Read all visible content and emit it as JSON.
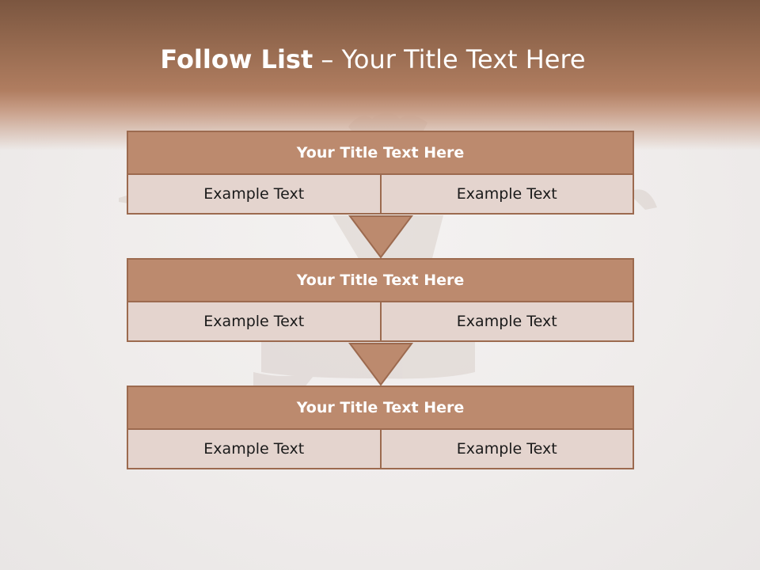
{
  "title": {
    "lead": "Follow List",
    "rest": " – Your Title Text Here"
  },
  "blocks": [
    {
      "title": "Your Title Text Here",
      "cells": [
        "Example Text",
        "Example Text"
      ]
    },
    {
      "title": "Your Title Text Here",
      "cells": [
        "Example Text",
        "Example Text"
      ]
    },
    {
      "title": "Your Title Text Here",
      "cells": [
        "Example Text",
        "Example Text"
      ]
    }
  ],
  "colors": {
    "header_band": "#9a6d52",
    "block_title_fill": "#bc8a6e",
    "block_border": "#9c6a4f",
    "cell_fill": "#e4d4ce",
    "arrow_fill": "#bc8a6e"
  },
  "background_image": "faded-jumping-person-photo"
}
